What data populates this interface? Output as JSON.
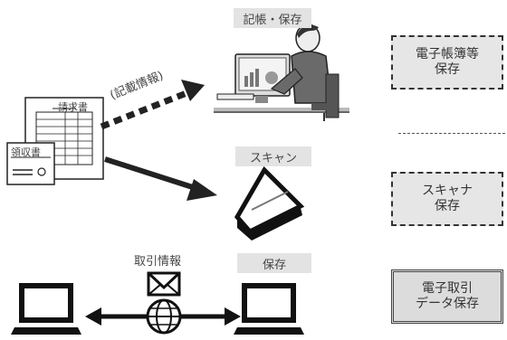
{
  "labels": {
    "record_store": "記帳・保存",
    "scan": "スキャン",
    "store": "保存",
    "transaction_info": "取引情報",
    "recorded_info": "(記載情報)"
  },
  "documents": {
    "invoice": "請求書",
    "receipt": "領収書"
  },
  "categories": {
    "ebook_line1": "電子帳簿等",
    "ebook_line2": "保存",
    "scanner_line1": "スキャナ",
    "scanner_line2": "保存",
    "etrans_line1": "電子取引",
    "etrans_line2": "データ保存"
  },
  "colors": {
    "label_bg": "#e3e3e3",
    "box_bg": "#e6e6e6",
    "ink": "#222222"
  },
  "icons": [
    "documents-icon",
    "person-at-computer-icon",
    "scanner-icon",
    "envelope-icon",
    "globe-icon",
    "laptop-icon"
  ]
}
